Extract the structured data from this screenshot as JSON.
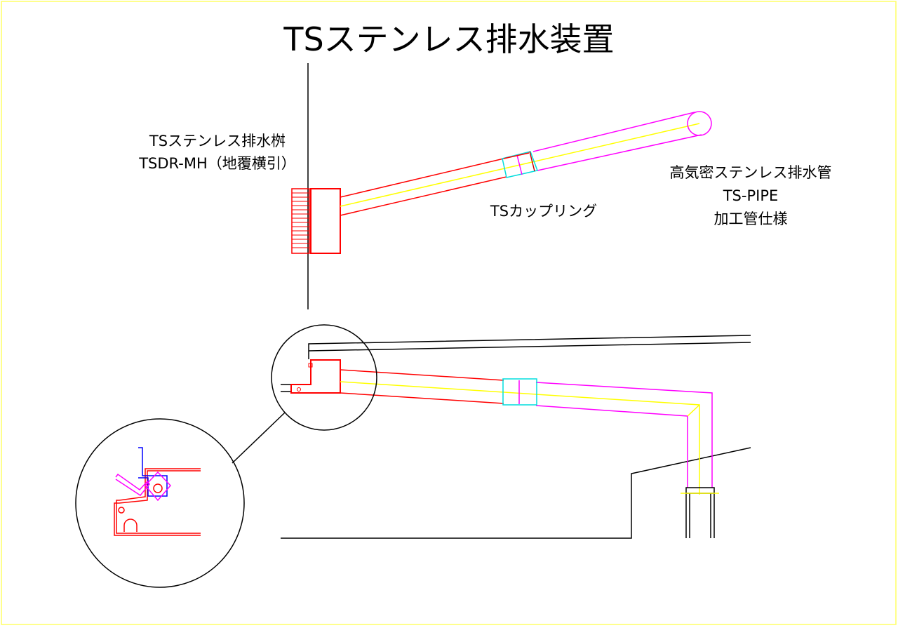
{
  "title": "TSステンレス排水装置",
  "labels": {
    "basin_line1": "TSステンレス排水桝",
    "basin_line2": "TSDR-MH（地覆横引）",
    "coupling": "TSカップリング",
    "pipe_line1": "高気密ステンレス排水管",
    "pipe_line2": "TS-PIPE",
    "pipe_line3": "加工管仕様"
  },
  "colors": {
    "border": "#ffff66",
    "basin": "#ff0000",
    "pipe": "#ff00ff",
    "center": "#ffff00",
    "coupling": "#00e5e5",
    "bracket": "#0000ff",
    "outline": "#000000"
  }
}
